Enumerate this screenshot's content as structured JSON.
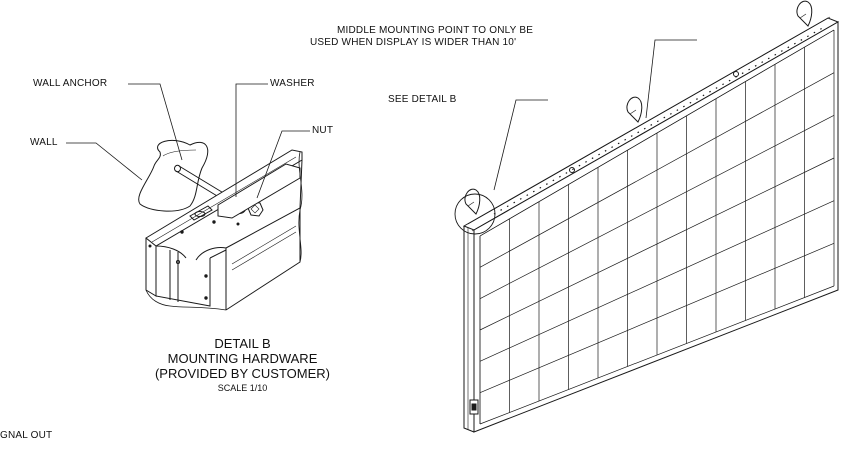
{
  "callouts": {
    "middle_mount_line1": "MIDDLE MOUNTING POINT TO ONLY BE",
    "middle_mount_line2": "USED WHEN DISPLAY IS WIDER THAN 10'",
    "see_detail": "SEE DETAIL  B",
    "wall_anchor": "WALL ANCHOR",
    "washer": "WASHER",
    "nut": "NUT",
    "wall": "WALL",
    "signal_out": "GNAL OUT"
  },
  "caption": {
    "detail": "DETAIL  B",
    "title": "MOUNTING HARDWARE",
    "subtitle": "(PROVIDED BY CUSTOMER)",
    "scale": "SCALE  1/10"
  },
  "display_grid": {
    "rows": 6,
    "cols": 12
  },
  "colors": {
    "line": "#1a1a1a",
    "paper": "#ffffff"
  }
}
